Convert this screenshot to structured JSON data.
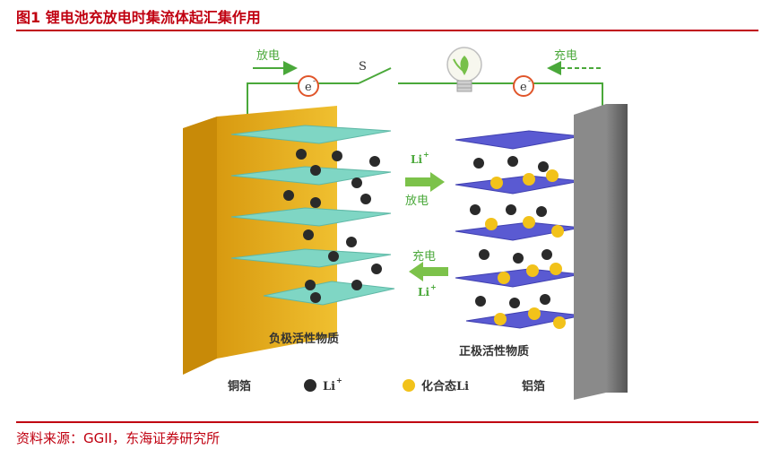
{
  "figure": {
    "title": "图1 锂电池充放电时集流体起汇集作用",
    "source": "资料来源：GGII，东海证券研究所"
  },
  "diagram": {
    "discharge_top": "放电",
    "charge_top": "充电",
    "switch_label": "S",
    "electron_symbol": "e",
    "electron_charge": "-",
    "li_ion": "Li",
    "li_ion_charge": "+",
    "discharge_mid": "放电",
    "charge_mid": "充电",
    "anode_material": "负极活性物质",
    "cathode_material": "正极活性物质",
    "copper_foil": "铜箔",
    "aluminum_foil": "铝箔",
    "legend_li_ion": "Li",
    "legend_li_ion_charge": "+",
    "legend_compound_li": "化合态Li"
  },
  "colors": {
    "title_red": "#c00010",
    "wire_green": "#4aa83a",
    "copper": "#e8b020",
    "aluminum": "#6e6e6e",
    "anode_layer": "#7fd6c4",
    "cathode_layer": "#5a5ad2",
    "li_ion": "#2a2a2a",
    "compound_li": "#f2c21a",
    "electron_ring": "#e0552a"
  }
}
